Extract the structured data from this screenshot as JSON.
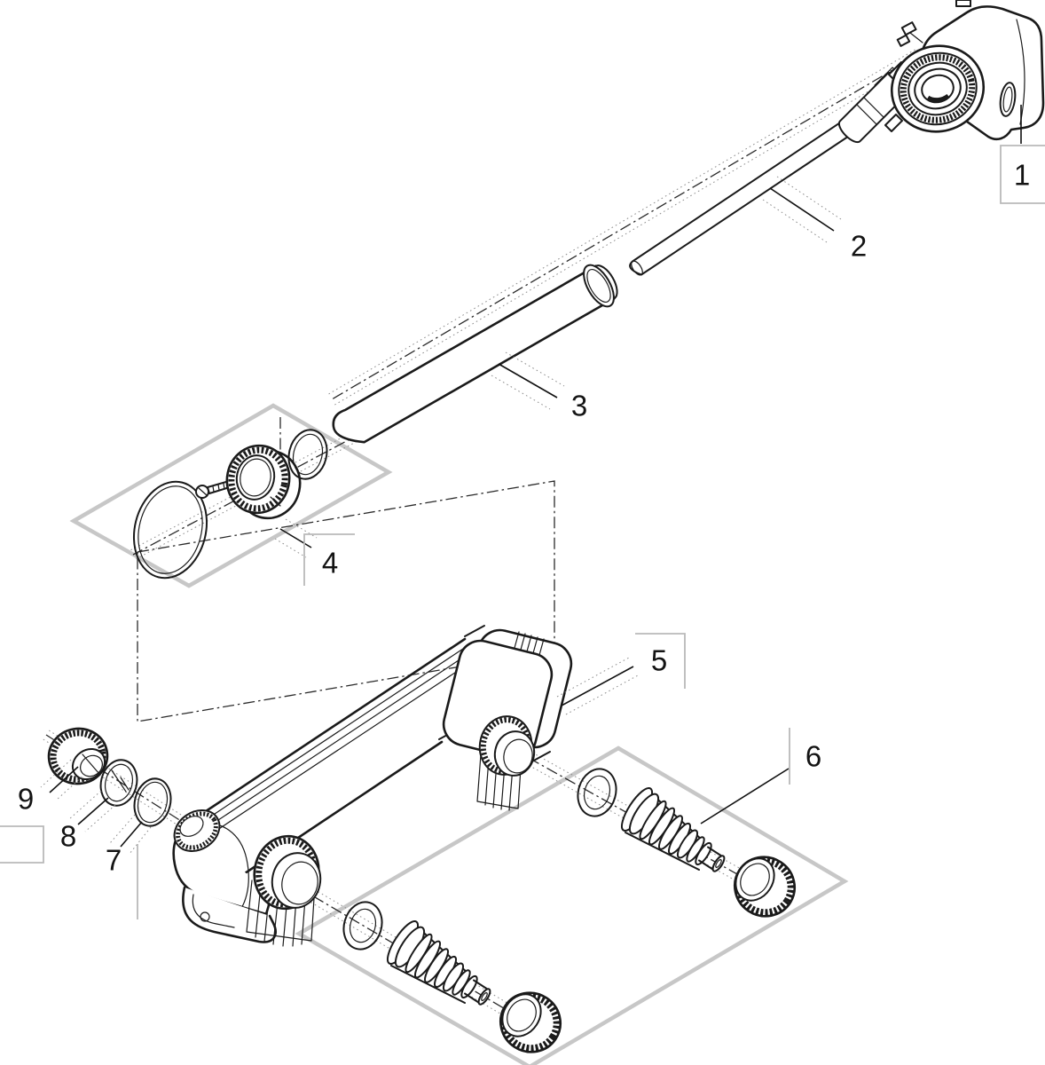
{
  "diagram": {
    "kind": "exploded-view parts diagram, black line art on white",
    "colors": {
      "line": "#1a1a1a",
      "panel_gray": "#c7c7c7",
      "label_frame_gray": "#b9b9b9",
      "background": "#ffffff"
    },
    "part_labels": [
      "1",
      "2",
      "3",
      "4",
      "5",
      "6",
      "7",
      "8",
      "9"
    ]
  }
}
